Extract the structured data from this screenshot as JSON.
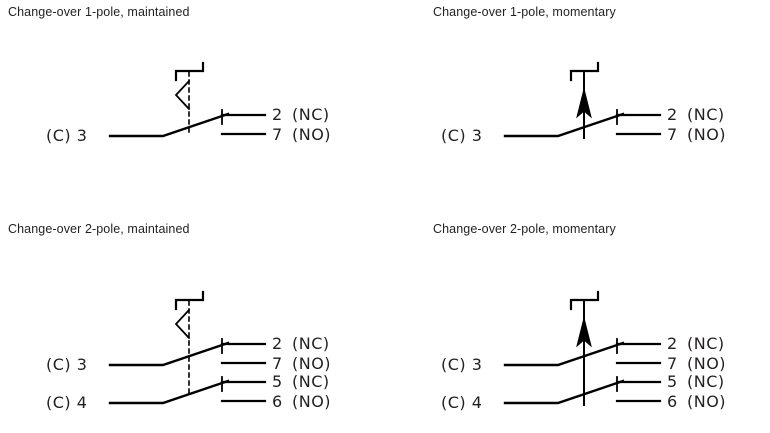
{
  "page": {
    "background_color": "#ffffff",
    "line_color": "#000000",
    "text_color": "#231f20"
  },
  "panels": [
    {
      "id": "change-over-1-pole-maintained",
      "title": "Change-over 1-pole, maintained",
      "poles": 1,
      "action": "maintained",
      "actuator_symbol": "detent-zigzag",
      "common_terminals": [
        {
          "label": "(C) 3"
        }
      ],
      "output_terminals": [
        {
          "number": "2",
          "type": "(NC)"
        },
        {
          "number": "7",
          "type": "(NO)"
        }
      ]
    },
    {
      "id": "change-over-1-pole-momentary",
      "title": "Change-over 1-pole, momentary",
      "poles": 1,
      "action": "momentary",
      "actuator_symbol": "spring-return-arrow",
      "common_terminals": [
        {
          "label": "(C) 3"
        }
      ],
      "output_terminals": [
        {
          "number": "2",
          "type": "(NC)"
        },
        {
          "number": "7",
          "type": "(NO)"
        }
      ]
    },
    {
      "id": "change-over-2-pole-maintained",
      "title": "Change-over 2-pole, maintained",
      "poles": 2,
      "action": "maintained",
      "actuator_symbol": "detent-zigzag",
      "common_terminals": [
        {
          "label": "(C) 3"
        },
        {
          "label": "(C) 4"
        }
      ],
      "output_terminals": [
        {
          "number": "2",
          "type": "(NC)"
        },
        {
          "number": "7",
          "type": "(NO)"
        },
        {
          "number": "5",
          "type": "(NC)"
        },
        {
          "number": "6",
          "type": "(NO)"
        }
      ]
    },
    {
      "id": "change-over-2-pole-momentary",
      "title": "Change-over 2-pole, momentary",
      "poles": 2,
      "action": "momentary",
      "actuator_symbol": "spring-return-arrow",
      "common_terminals": [
        {
          "label": "(C) 3"
        },
        {
          "label": "(C) 4"
        }
      ],
      "output_terminals": [
        {
          "number": "2",
          "type": "(NC)"
        },
        {
          "number": "7",
          "type": "(NO)"
        },
        {
          "number": "5",
          "type": "(NC)"
        },
        {
          "number": "6",
          "type": "(NO)"
        }
      ]
    }
  ]
}
